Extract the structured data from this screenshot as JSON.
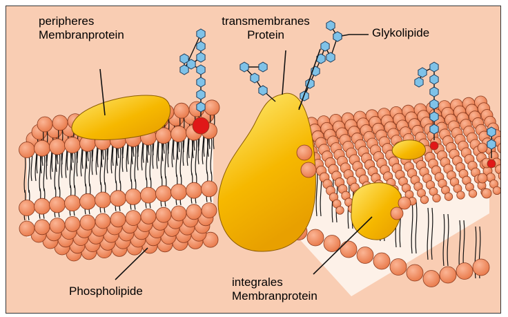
{
  "labels": {
    "peripheral_line1": "peripheres",
    "peripheral_line2": "Membranprotein",
    "transmembrane_line1": "transmembranes",
    "transmembrane_line2": "Protein",
    "glycolipid": "Glykolipide",
    "phospholipid": "Phospholipide",
    "integral_line1": "integrales",
    "integral_line2": "Membranprotein"
  },
  "colors": {
    "background": "#f9cdb3",
    "lipid_head": "#f28a60",
    "lipid_head_stroke": "#8a3a1e",
    "protein": "#f6b800",
    "protein_highlight": "#ffe870",
    "sugar": "#7fc2e8",
    "glycolipid_head": "#e01818",
    "tails": "#111111"
  }
}
